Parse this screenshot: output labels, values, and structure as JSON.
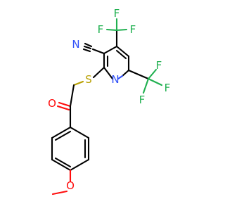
{
  "molecule": {
    "atoms": {
      "n_nitrile": "N",
      "c_nitrile": "C",
      "n_ring": "N",
      "s": "S",
      "o_ketone": "O",
      "o_methoxy": "O",
      "f": "F"
    },
    "colors": {
      "carbon": "#000000",
      "nitrogen": "#3050F8",
      "sulfur": "#B8A000",
      "oxygen": "#FF0D0D",
      "fluorine": "#20B050"
    }
  }
}
